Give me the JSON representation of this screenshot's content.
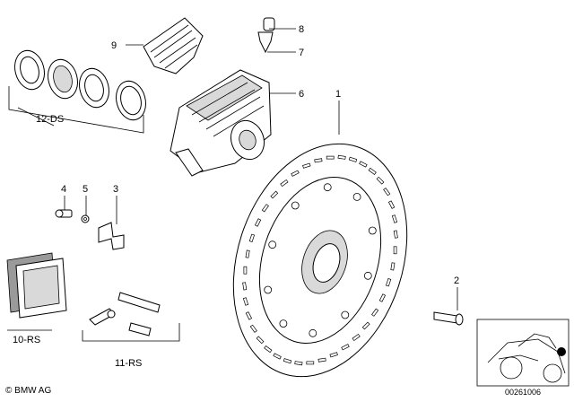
{
  "callouts": [
    {
      "id": "c1",
      "text": "1"
    },
    {
      "id": "c2",
      "text": "2"
    },
    {
      "id": "c3",
      "text": "3"
    },
    {
      "id": "c4",
      "text": "4"
    },
    {
      "id": "c5",
      "text": "5"
    },
    {
      "id": "c6",
      "text": "6"
    },
    {
      "id": "c7",
      "text": "7"
    },
    {
      "id": "c8",
      "text": "8"
    },
    {
      "id": "c9",
      "text": "9"
    },
    {
      "id": "c10rs",
      "text": "10-RS"
    },
    {
      "id": "c11rs",
      "text": "11-RS"
    },
    {
      "id": "c12ds",
      "text": "12-DS"
    }
  ],
  "footer": {
    "copyright": "© BMW AG",
    "diagram_id": "00261006"
  }
}
